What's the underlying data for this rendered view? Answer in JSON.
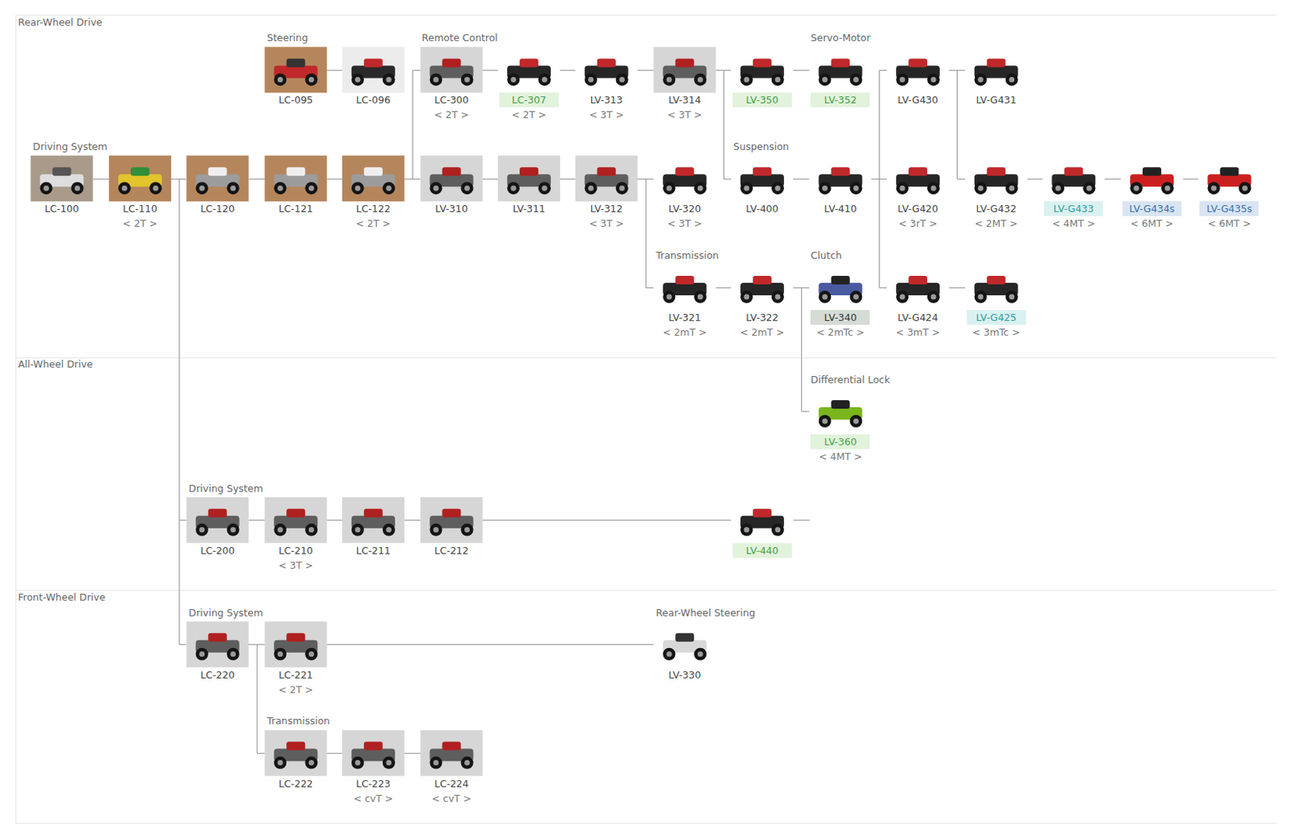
{
  "diagram": {
    "nodes": [
      {
        "text": [
          "LC-095"
        ]
      },
      {
        "text": [
          "LC-096"
        ]
      },
      {
        "text": [
          "LC-300",
          "< 2T >"
        ]
      },
      {
        "text": [
          "LC-307",
          "< 2T >"
        ]
      },
      {
        "text": [
          "LV-313",
          "< 3T >"
        ]
      },
      {
        "text": [
          "LV-314",
          "< 3T >"
        ]
      },
      {
        "text": [
          "LV-350"
        ]
      },
      {
        "text": [
          "LV-352"
        ]
      },
      {
        "text": [
          "LV-G430"
        ]
      },
      {
        "text": [
          "LV-G431"
        ]
      },
      {
        "text": [
          "LC-100"
        ]
      },
      {
        "text": [
          "LC-110",
          "< 2T >"
        ]
      },
      {
        "text": [
          "LC-120"
        ]
      },
      {
        "text": [
          "LC-121"
        ]
      },
      {
        "text": [
          "LC-122",
          "< 2T >"
        ]
      },
      {
        "text": [
          "LV-310"
        ]
      },
      {
        "text": [
          "LV-311"
        ]
      },
      {
        "text": [
          "LV-312",
          "< 3T >"
        ]
      },
      {
        "text": [
          "LV-320",
          "< 3T >"
        ]
      },
      {
        "text": [
          "LV-400"
        ]
      },
      {
        "text": [
          "LV-410"
        ]
      },
      {
        "text": [
          "LV-G420",
          "< 3rT >"
        ]
      },
      {
        "text": [
          "LV-G432",
          "< 2MT >"
        ]
      },
      {
        "text": [
          "LV-G433",
          "< 4MT >"
        ]
      },
      {
        "text": [
          "LV-G434s",
          "< 6MT >"
        ]
      },
      {
        "text": [
          "LV-G435s",
          "< 6MT >"
        ]
      },
      {
        "text": [
          "LV-321",
          "< 2mT >"
        ]
      },
      {
        "text": [
          "LV-322",
          "< 2mT >"
        ]
      },
      {
        "text": [
          "LV-340",
          "< 2mTc >"
        ]
      },
      {
        "text": [
          "LV-G424",
          "< 3mT >"
        ]
      },
      {
        "text": [
          "LV-G425",
          "< 3mTc >"
        ]
      },
      {
        "text": [
          "LV-360",
          "< 4MT >"
        ]
      },
      {
        "text": [
          "LC-200"
        ]
      },
      {
        "text": [
          "LC-210",
          "< 3T >"
        ]
      },
      {
        "text": [
          "LC-211"
        ]
      },
      {
        "text": [
          "LC-212"
        ]
      },
      {
        "text": [
          "LV-440"
        ]
      },
      {
        "text": [
          "LC-220"
        ]
      },
      {
        "text": [
          "LC-221",
          "< 2T >"
        ]
      },
      {
        "text": [
          "LV-330"
        ]
      },
      {
        "text": [
          "LC-222"
        ]
      },
      {
        "text": [
          "LC-223",
          "< cvT >"
        ]
      },
      {
        "text": [
          "LC-224",
          "< cvT >"
        ]
      }
    ],
    "edges": [
      {
        "from": 0,
        "to": 1,
        "arrow": "none"
      },
      {
        "from": 2,
        "to": 3,
        "arrow": "none"
      },
      {
        "from": 3,
        "to": 4,
        "arrow": "none"
      },
      {
        "from": 4,
        "to": 5,
        "arrow": "none"
      },
      {
        "from": 5,
        "to": 6,
        "arrow": "none"
      },
      {
        "from": 6,
        "to": 7,
        "arrow": "none"
      },
      {
        "from": 8,
        "to": 9,
        "arrow": "none"
      },
      {
        "from": 10,
        "to": 11,
        "arrow": "none"
      },
      {
        "from": 11,
        "to": 12,
        "arrow": "none"
      },
      {
        "from": 12,
        "to": 13,
        "arrow": "none"
      },
      {
        "from": 13,
        "to": 14,
        "arrow": "none"
      },
      {
        "from": 14,
        "to": 2,
        "arrow": "none"
      },
      {
        "from": 14,
        "to": 15,
        "arrow": "none"
      },
      {
        "from": 15,
        "to": 16,
        "arrow": "none"
      },
      {
        "from": 16,
        "to": 17,
        "arrow": "none"
      },
      {
        "from": 17,
        "to": 18,
        "arrow": "none"
      },
      {
        "from": 17,
        "to": 26,
        "arrow": "none"
      },
      {
        "from": 5,
        "to": 19,
        "arrow": "none"
      },
      {
        "from": 19,
        "to": 20,
        "arrow": "none"
      },
      {
        "from": 20,
        "to": 8,
        "arrow": "none"
      },
      {
        "from": 20,
        "to": 21,
        "arrow": "none"
      },
      {
        "from": 20,
        "to": 29,
        "arrow": "none"
      },
      {
        "from": 8,
        "to": 22,
        "arrow": "none"
      },
      {
        "from": 22,
        "to": 23,
        "arrow": "none"
      },
      {
        "from": 23,
        "to": 24,
        "arrow": "none"
      },
      {
        "from": 24,
        "to": 25,
        "arrow": "none"
      },
      {
        "from": 26,
        "to": 27,
        "arrow": "none"
      },
      {
        "from": 27,
        "to": 28,
        "arrow": "none"
      },
      {
        "from": 27,
        "to": 31,
        "arrow": "none"
      },
      {
        "from": 29,
        "to": 30,
        "arrow": "none"
      },
      {
        "from": 11,
        "to": 32,
        "arrow": "none"
      },
      {
        "from": 32,
        "to": 33,
        "arrow": "none"
      },
      {
        "from": 33,
        "to": 34,
        "arrow": "none"
      },
      {
        "from": 34,
        "to": 35,
        "arrow": "none"
      },
      {
        "from": 35,
        "to": 36,
        "arrow": "none"
      },
      {
        "from": 11,
        "to": 37,
        "arrow": "none"
      },
      {
        "from": 37,
        "to": 38,
        "arrow": "none"
      },
      {
        "from": 38,
        "to": 39,
        "arrow": "none"
      },
      {
        "from": 37,
        "to": 40,
        "arrow": "none"
      },
      {
        "from": 40,
        "to": 41,
        "arrow": "none"
      },
      {
        "from": 41,
        "to": 42,
        "arrow": "none"
      }
    ],
    "labels": [
      "Rear-Wheel Drive",
      "Steering",
      "Remote Control",
      "Servo-Motor",
      "Driving System",
      "Suspension",
      "Transmission",
      "Clutch",
      "All-Wheel Drive",
      "Differential Lock",
      "Driving System",
      "Front-Wheel Drive",
      "Driving System",
      "Rear-Wheel Steering",
      "Transmission"
    ]
  }
}
